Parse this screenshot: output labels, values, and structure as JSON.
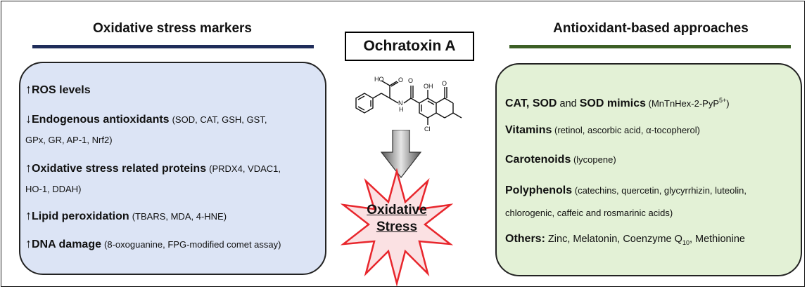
{
  "left": {
    "title": "Oxidative stress markers",
    "rule_color": "#1f2d5a",
    "panel_color": "#dce4f5",
    "items": [
      {
        "arrow": "↑",
        "bold": "ROS levels",
        "detail": ""
      },
      {
        "arrow": "↓",
        "bold": "Endogenous antioxidants",
        "detail": "(SOD, CAT, GSH, GST,"
      },
      {
        "arrow": "",
        "bold": "",
        "detail": "GPx, GR, AP-1, Nrf2)"
      },
      {
        "arrow": "↑",
        "bold": "Oxidative stress related proteins",
        "detail": "(PRDX4, VDAC1,"
      },
      {
        "arrow": "",
        "bold": "",
        "detail": "HO-1, DDAH)"
      },
      {
        "arrow": "↑",
        "bold": "Lipid peroxidation",
        "detail": "(TBARS, MDA, 4-HNE)"
      },
      {
        "arrow": "↑",
        "bold": "DNA damage",
        "detail": "(8-oxoguanine, FPG-modified comet assay)"
      }
    ]
  },
  "center": {
    "title": "Ochratoxin A",
    "stress_line1": "Oxidative",
    "stress_line2": "Stress",
    "star_color": "#fbe1e3",
    "star_stroke": "#e8262c",
    "mol_labels": {
      "ho": "HO",
      "o1": "O",
      "oh": "OH",
      "o2": "O",
      "o3": "O",
      "nh": "N",
      "h": "H",
      "cl": "Cl"
    }
  },
  "right": {
    "title": "Antioxidant-based approaches",
    "rule_color": "#3c5f25",
    "panel_color": "#e3f1d6",
    "items": [
      {
        "parts": [
          {
            "b": "CAT, SOD"
          },
          {
            "t": " and "
          },
          {
            "b": "SOD mimics"
          },
          {
            "d": " (MnTnHex-2-PyP"
          },
          {
            "sup": "5+"
          },
          {
            "d": ")"
          }
        ]
      },
      {
        "parts": [
          {
            "b": "Vitamins"
          },
          {
            "d": " (retinol, ascorbic acid, α-tocopherol)"
          }
        ]
      },
      {
        "parts": [
          {
            "b": "Carotenoids"
          },
          {
            "d": " (lycopene)"
          }
        ]
      },
      {
        "parts": [
          {
            "b": "Polyphenols"
          },
          {
            "d": " (catechins, quercetin, glycyrrhizin, luteolin,"
          }
        ]
      },
      {
        "parts": [
          {
            "d": "chlorogenic, caffeic and rosmarinic acids)"
          }
        ]
      },
      {
        "parts": [
          {
            "b": "Others:"
          },
          {
            "t": " Zinc, Melatonin, Coenzyme Q"
          },
          {
            "sub": "10"
          },
          {
            "t": ", Methionine"
          }
        ]
      }
    ]
  }
}
